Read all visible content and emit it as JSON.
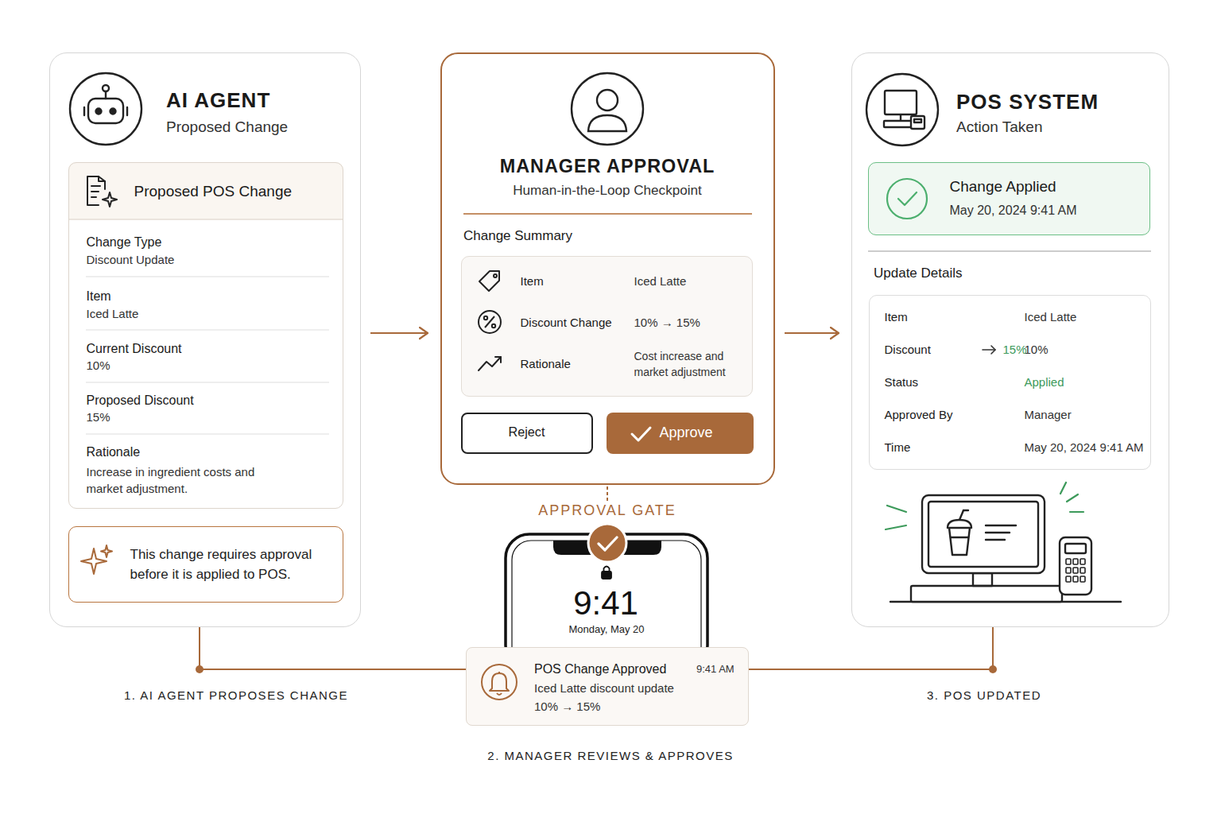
{
  "diagram": {
    "nodes": [
      {
        "text": [
          "AI AGENT",
          "Proposed Change"
        ]
      },
      {
        "text": [
          "Proposed POS Change",
          "Change Type",
          "Discount Update",
          "Item",
          "Iced Latte",
          "Current Discount",
          "10%",
          "Proposed Discount",
          "15%",
          "Rationale",
          "Increase in ingredient costs and market adjustment."
        ],
        "in": 0
      },
      {
        "text": [
          "This change requires approval before it is applied to POS."
        ],
        "in": 0
      },
      {
        "text": [
          "MANAGER APPROVAL",
          "Human-in-the-Loop Checkpoint",
          "Change Summary"
        ]
      },
      {
        "text": [
          "Item",
          "Iced Latte",
          "Discount Change",
          "10% → 15%",
          "Rationale",
          "Cost increase and market adjustment"
        ],
        "in": 3
      },
      {
        "text": [
          "Reject"
        ],
        "in": 3
      },
      {
        "text": [
          "Approve"
        ],
        "in": 3
      },
      {
        "text": [
          "POS Change Approved",
          "9:41 AM",
          "Iced Latte discount update",
          "10% → 15%"
        ]
      },
      {
        "text": [
          "POS SYSTEM",
          "Action Taken",
          "Update Details"
        ]
      },
      {
        "text": [
          "Change Applied",
          "May 20, 2024 9:41 AM"
        ],
        "in": 8
      },
      {
        "text": [
          "Item",
          "Iced Latte",
          "Discount",
          "10%",
          "15%",
          "Status",
          "Applied",
          "Approved By",
          "Manager",
          "Time",
          "May 20, 2024 9:41 AM"
        ],
        "in": 8
      }
    ],
    "edges": [
      {
        "from": 0,
        "to": 3,
        "arrow": "to"
      },
      {
        "from": 3,
        "to": 8,
        "arrow": "to"
      },
      {
        "from": 0,
        "to": 7,
        "arrow": "none"
      },
      {
        "from": 7,
        "to": 8,
        "arrow": "none"
      }
    ],
    "labels": [
      "APPROVAL GATE",
      "9:41",
      "Monday, May 20",
      "1. AI AGENT PROPOSES CHANGE",
      "2. MANAGER REVIEWS & APPROVES",
      "3. POS UPDATED"
    ]
  }
}
